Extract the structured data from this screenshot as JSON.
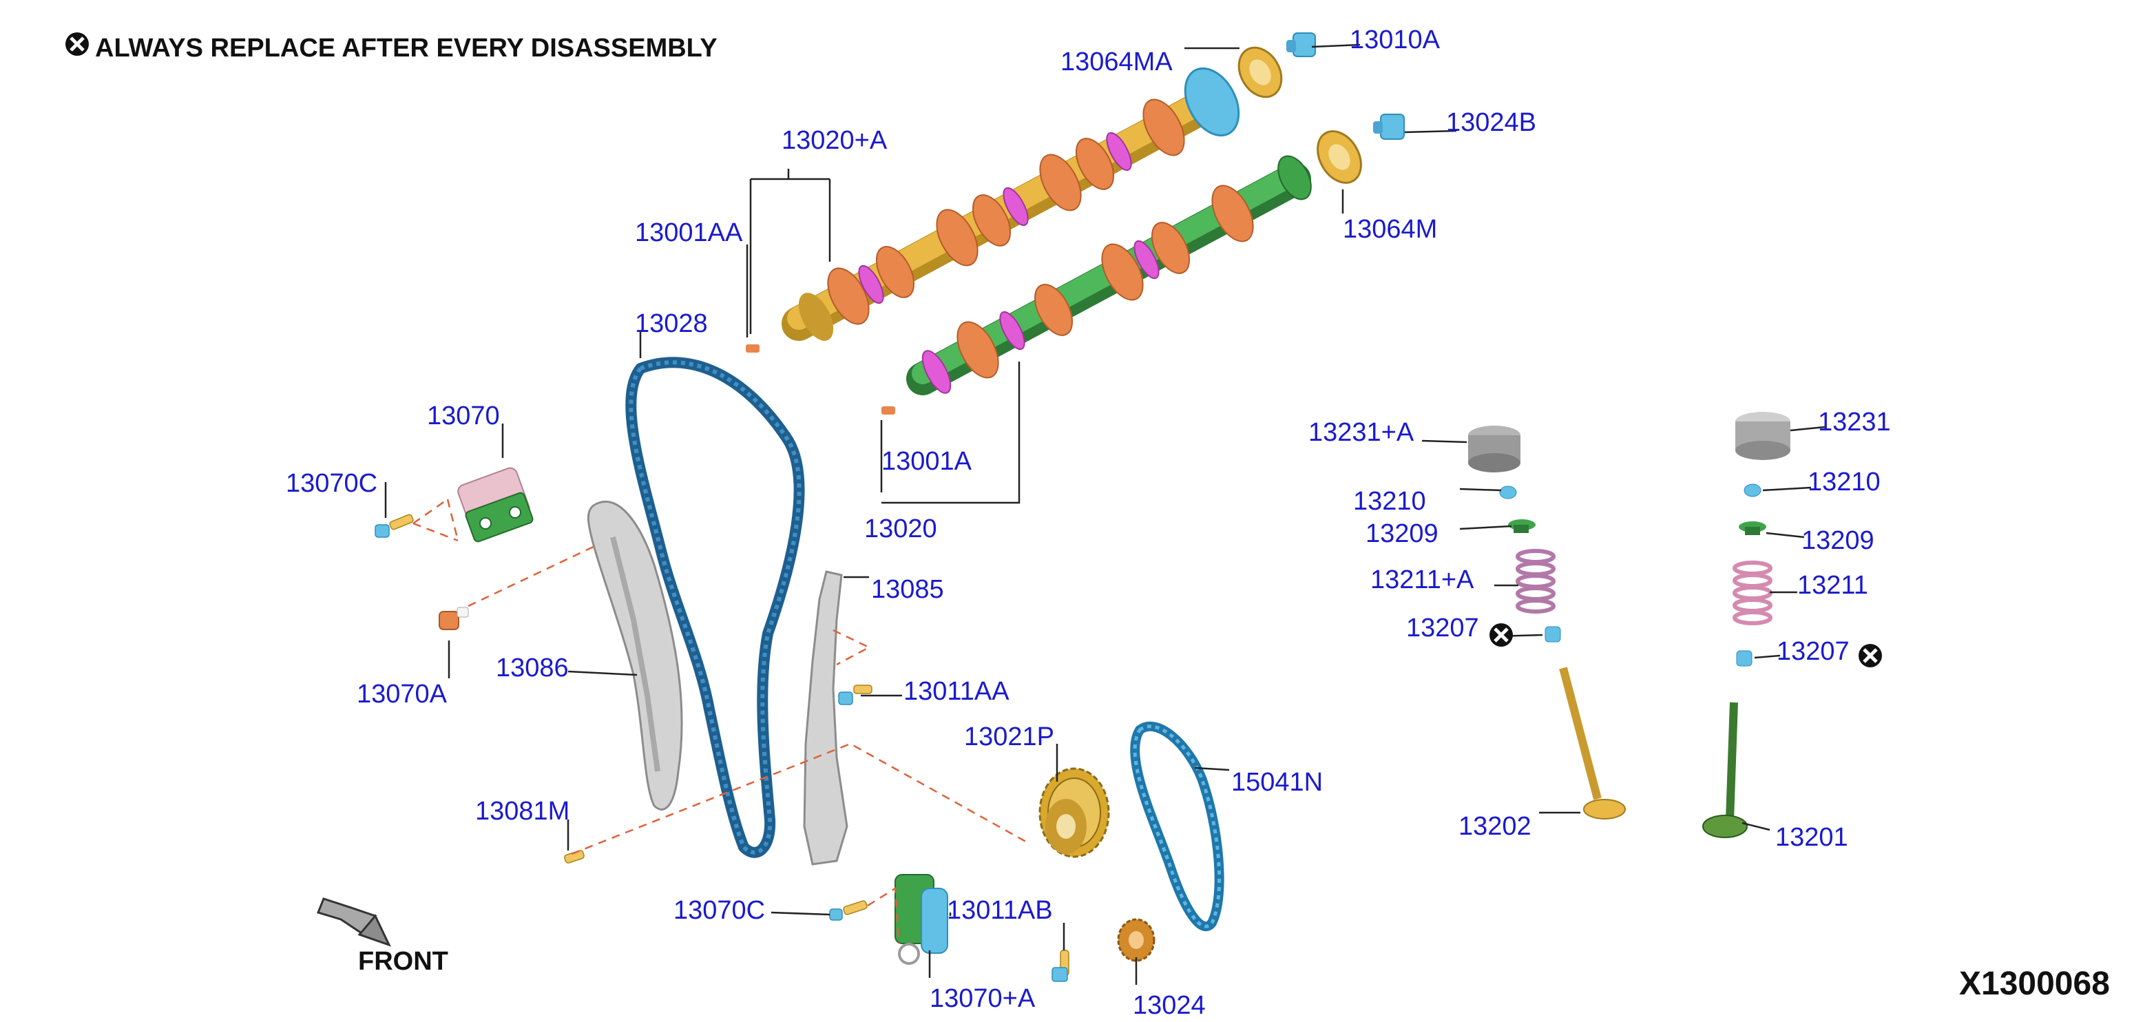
{
  "header": {
    "note": "ALWAYS REPLACE AFTER EVERY DISASSEMBLY",
    "note_icon": "x-circle-icon"
  },
  "footer": {
    "front_label": "FRONT",
    "diagram_code": "X1300068"
  },
  "colors": {
    "label": "#1a1acc",
    "chain": "#1e5f8f",
    "cam_gold": "#e9b845",
    "cam_green": "#3fa34a",
    "lobe": "#e8864c",
    "pink": "#e25bd6",
    "guide_gray": "#c8c8c8",
    "fastener_blue": "#62bfe6",
    "dash": "#e0603a"
  },
  "callouts": {
    "c13064MA": "13064MA",
    "c13010A": "13010A",
    "c13024B": "13024B",
    "c13020A": "13020+A",
    "c13001AA": "13001AA",
    "c13064M": "13064M",
    "c13028": "13028",
    "c13070": "13070",
    "c13070C_top": "13070C",
    "c13001A": "13001A",
    "c13020": "13020",
    "c13231A": "13231+A",
    "c13231": "13231",
    "c13210_left": "13210",
    "c13210_right": "13210",
    "c13209_left": "13209",
    "c13209_right": "13209",
    "c13211A": "13211+A",
    "c13211": "13211",
    "c13207_left": "13207",
    "c13207_right": "13207",
    "c13085": "13085",
    "c13086": "13086",
    "c13070A": "13070A",
    "c13011AA": "13011AA",
    "c13021P": "13021P",
    "c15041N": "15041N",
    "c13081M": "13081M",
    "c13202": "13202",
    "c13201": "13201",
    "c13070C_bottom": "13070C",
    "c13011AB": "13011AB",
    "c13070A_plus": "13070+A",
    "c13024": "13024"
  }
}
